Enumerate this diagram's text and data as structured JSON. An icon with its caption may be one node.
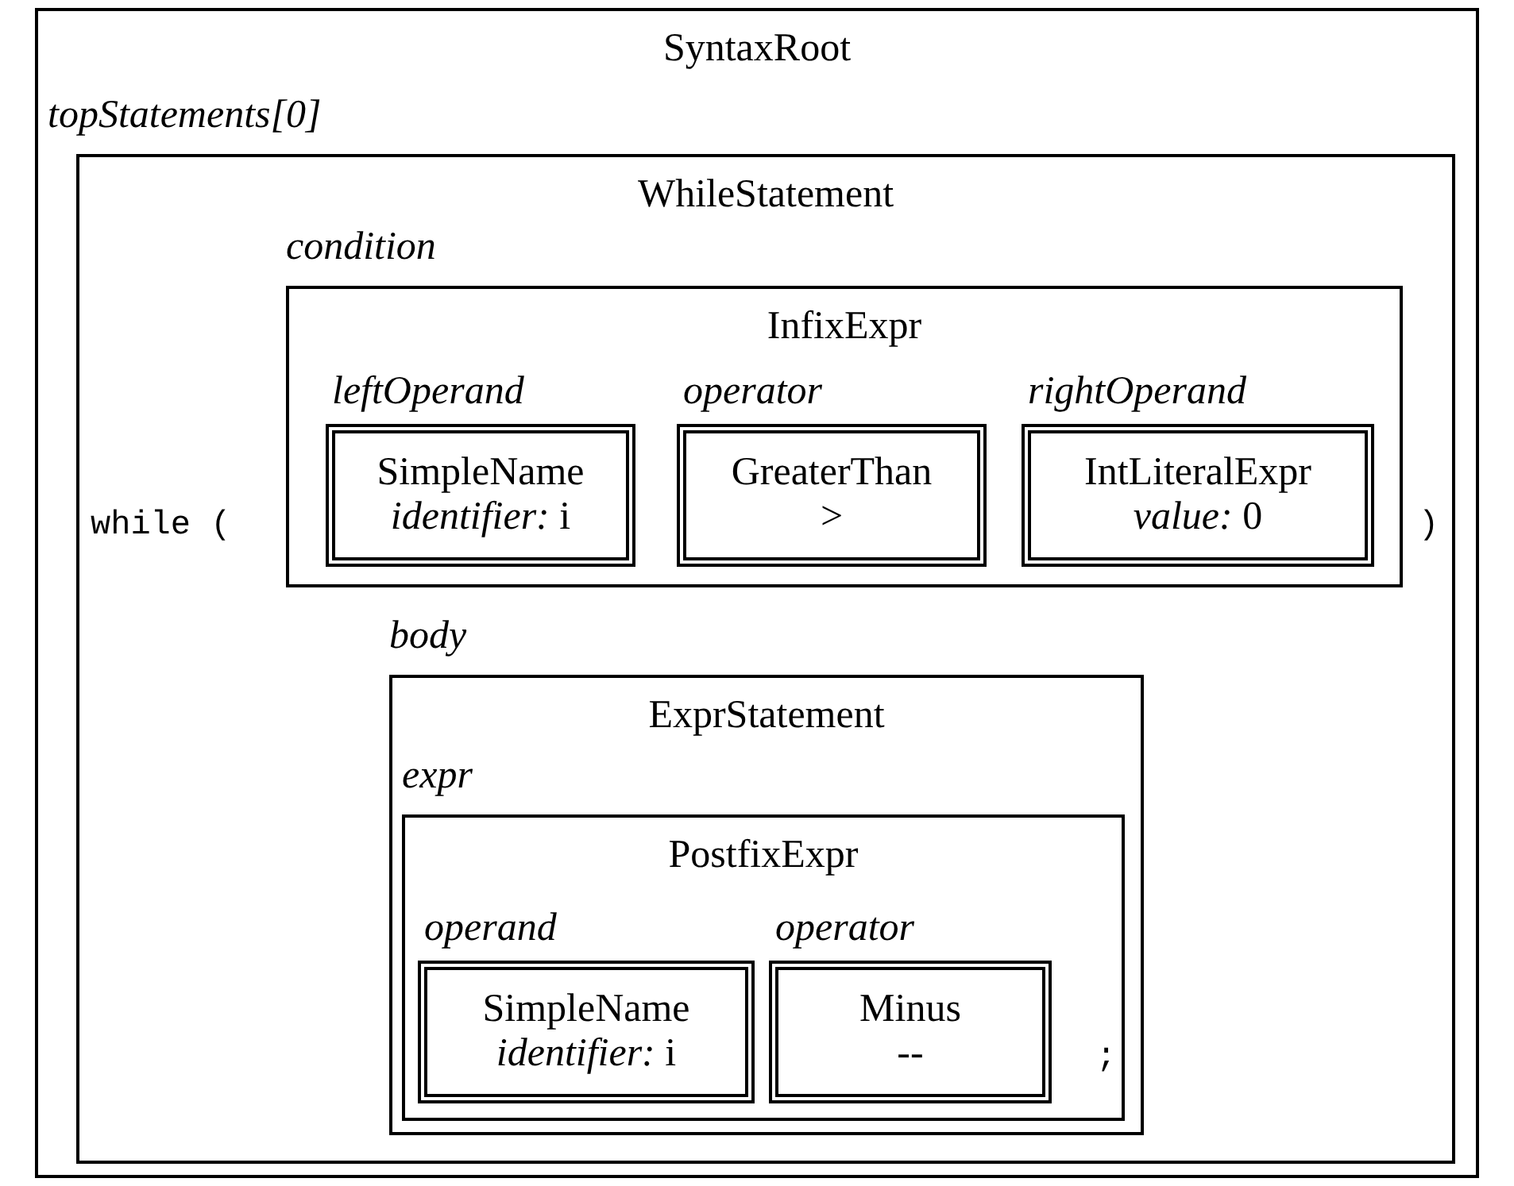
{
  "diagram": {
    "nodes": [
      {
        "text": [
          "SyntaxRoot"
        ]
      },
      {
        "text": [
          "topStatements[0]",
          "WhileStatement"
        ],
        "in": 0
      },
      {
        "text": [
          "condition",
          "InfixExpr"
        ],
        "in": 1
      },
      {
        "text": [
          "leftOperand",
          "SimpleName",
          "*identifier:* i"
        ],
        "in": 2
      },
      {
        "text": [
          "operator",
          "GreaterThan",
          ">"
        ],
        "in": 2
      },
      {
        "text": [
          "rightOperand",
          "IntLiteralExpr",
          "*value:* 0"
        ],
        "in": 2
      },
      {
        "text": [
          "body",
          "ExprStatement"
        ],
        "in": 1
      },
      {
        "text": [
          "expr",
          "PostfixExpr"
        ],
        "in": 6
      },
      {
        "text": [
          "operand",
          "SimpleName",
          "*identifier:* i"
        ],
        "in": 7
      },
      {
        "text": [
          "operator",
          "Minus",
          "--"
        ],
        "in": 7
      }
    ],
    "labels": [
      "while (",
      ")",
      ";"
    ]
  }
}
